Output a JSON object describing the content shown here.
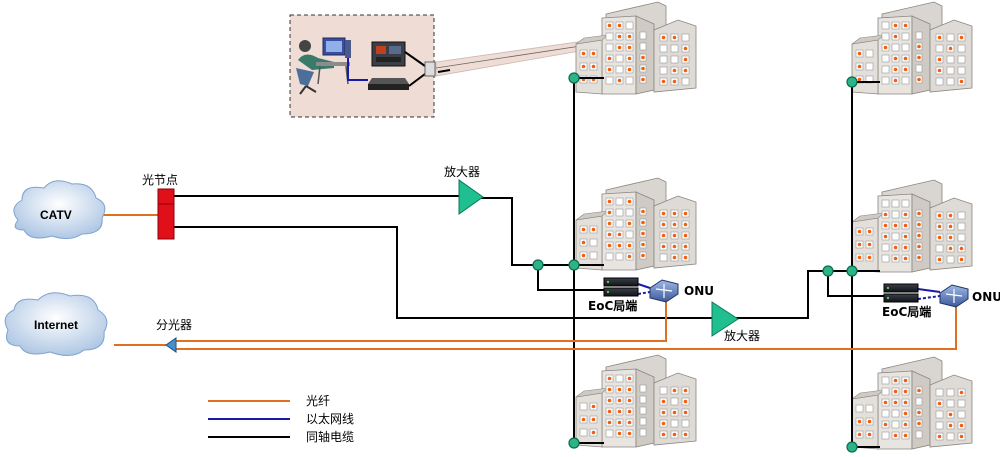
{
  "clouds": {
    "catv": "CATV",
    "internet": "Internet"
  },
  "labels": {
    "optical_node": "光节点",
    "amplifier_1": "放大器",
    "amplifier_2": "放大器",
    "splitter": "分光器",
    "eoc_1": "EoC局端",
    "eoc_2": "EoC局端",
    "onu_1": "ONU",
    "onu_2": "ONU"
  },
  "legend": [
    {
      "label": "光纤",
      "color": "#e07020"
    },
    {
      "label": "以太网线",
      "color": "#1a1aa8"
    },
    {
      "label": "同轴电缆",
      "color": "#000000"
    }
  ],
  "colors": {
    "fiber": "#e07020",
    "ethernet": "#1a1aa8",
    "coax": "#000000",
    "amplifier": "#1fbf8f",
    "node": "#2db38a",
    "optical_node": "#e0101a",
    "building_face": "#e6e3df",
    "building_side": "#d2cec9",
    "window_dot": "#f06010"
  }
}
